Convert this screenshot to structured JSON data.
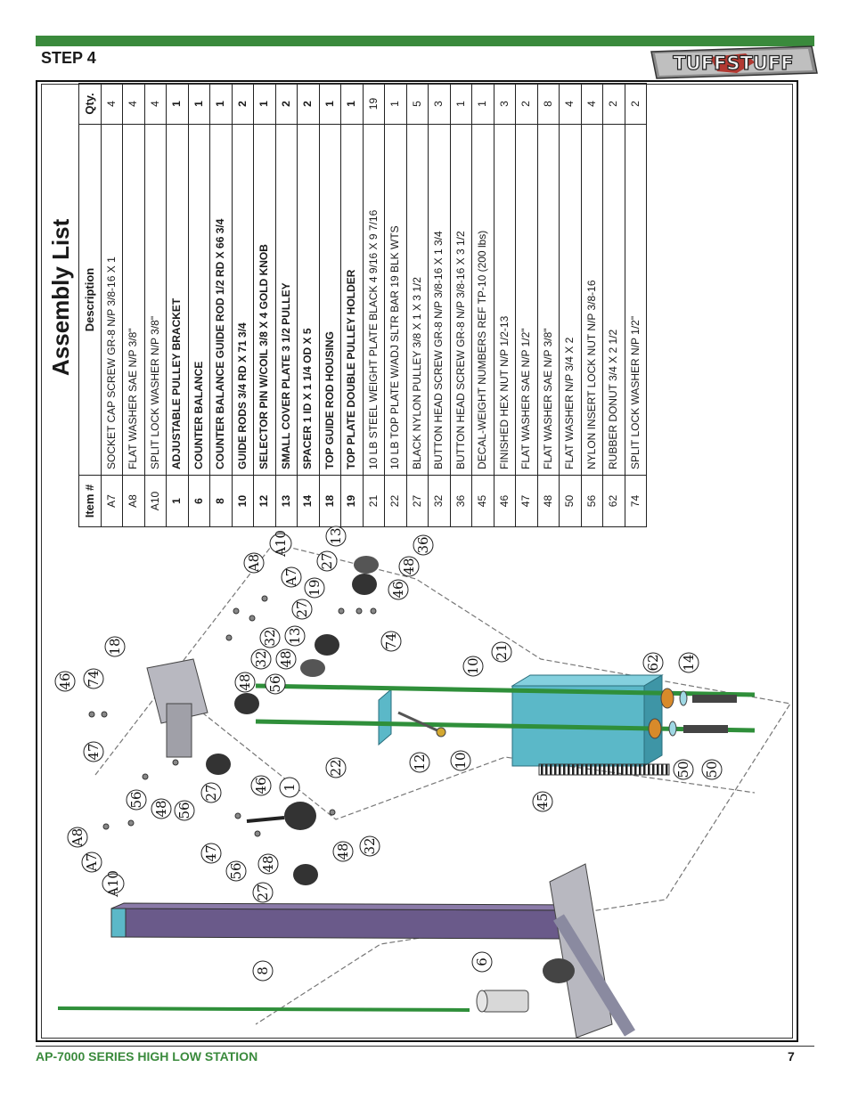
{
  "header": {
    "step": "STEP 4",
    "logo_text": "TUFFSTUFF"
  },
  "assembly": {
    "title": "Assembly List",
    "columns": [
      "Item #",
      "Description",
      "Qty."
    ],
    "rows": [
      {
        "item": "A7",
        "desc": "SOCKET CAP SCREW GR-8 N/P 3/8-16 X 1",
        "qty": "4",
        "bold": false
      },
      {
        "item": "A8",
        "desc": "FLAT WASHER SAE N/P 3/8\"",
        "qty": "4",
        "bold": false
      },
      {
        "item": "A10",
        "desc": "SPLIT LOCK WASHER N/P 3/8\"",
        "qty": "4",
        "bold": false
      },
      {
        "item": "1",
        "desc": "ADJUSTABLE PULLEY BRACKET",
        "qty": "1",
        "bold": true
      },
      {
        "item": "6",
        "desc": "COUNTER BALANCE",
        "qty": "1",
        "bold": true
      },
      {
        "item": "8",
        "desc": "COUNTER BALANCE GUIDE ROD 1/2 RD X 66 3/4",
        "qty": "1",
        "bold": true
      },
      {
        "item": "10",
        "desc": "GUIDE RODS 3/4 RD X 71 3/4",
        "qty": "2",
        "bold": true
      },
      {
        "item": "12",
        "desc": "SELECTOR PIN W/COIL 3/8 X 4 GOLD KNOB",
        "qty": "1",
        "bold": true
      },
      {
        "item": "13",
        "desc": "SMALL COVER PLATE 3 1/2 PULLEY",
        "qty": "2",
        "bold": true
      },
      {
        "item": "14",
        "desc": "SPACER 1 ID X 1 1/4 OD X 5",
        "qty": "2",
        "bold": true
      },
      {
        "item": "18",
        "desc": "TOP GUIDE ROD HOUSING",
        "qty": "1",
        "bold": true
      },
      {
        "item": "19",
        "desc": "TOP PLATE DOUBLE PULLEY HOLDER",
        "qty": "1",
        "bold": true
      },
      {
        "item": "21",
        "desc": "10 LB STEEL WEIGHT PLATE BLACK 4 9/16 X 9 7/16",
        "qty": "19",
        "bold": false
      },
      {
        "item": "22",
        "desc": "10 LB TOP PLATE W/ADJ SLTR BAR 19 BLK WTS",
        "qty": "1",
        "bold": false
      },
      {
        "item": "27",
        "desc": "BLACK NYLON PULLEY 3/8 X 1 X 3 1/2",
        "qty": "5",
        "bold": false
      },
      {
        "item": "32",
        "desc": "BUTTON HEAD SCREW GR-8 N/P 3/8-16 X 1 3/4",
        "qty": "3",
        "bold": false
      },
      {
        "item": "36",
        "desc": "BUTTON HEAD SCREW GR-8 N/P 3/8-16 X 3 1/2",
        "qty": "1",
        "bold": false
      },
      {
        "item": "45",
        "desc": "DECAL-WEIGHT NUMBERS REF TP-10 (200 lbs)",
        "qty": "1",
        "bold": false
      },
      {
        "item": "46",
        "desc": "FINISHED HEX NUT N/P 1/2-13",
        "qty": "3",
        "bold": false
      },
      {
        "item": "47",
        "desc": "FLAT WASHER SAE N/P 1/2\"",
        "qty": "2",
        "bold": false
      },
      {
        "item": "48",
        "desc": "FLAT WASHER SAE N/P 3/8\"",
        "qty": "8",
        "bold": false
      },
      {
        "item": "50",
        "desc": "FLAT WASHER N/P 3/4 X 2",
        "qty": "4",
        "bold": false
      },
      {
        "item": "56",
        "desc": "NYLON INSERT LOCK NUT N/P 3/8-16",
        "qty": "4",
        "bold": false
      },
      {
        "item": "62",
        "desc": "RUBBER DONUT 3/4 X 2 1/2",
        "qty": "2",
        "bold": false
      },
      {
        "item": "74",
        "desc": "SPLIT LOCK WASHER N/P 1/2\"",
        "qty": "2",
        "bold": false
      }
    ]
  },
  "diagram": {
    "callouts": [
      {
        "label": "46"
      },
      {
        "label": "74"
      },
      {
        "label": "18"
      },
      {
        "label": "A8"
      },
      {
        "label": "A10"
      },
      {
        "label": "A7"
      },
      {
        "label": "13"
      },
      {
        "label": "36"
      },
      {
        "label": "27"
      },
      {
        "label": "48"
      },
      {
        "label": "19"
      },
      {
        "label": "46"
      },
      {
        "label": "27"
      },
      {
        "label": "13"
      },
      {
        "label": "32"
      },
      {
        "label": "32"
      },
      {
        "label": "48"
      },
      {
        "label": "56"
      },
      {
        "label": "48"
      },
      {
        "label": "74"
      },
      {
        "label": "10"
      },
      {
        "label": "21"
      },
      {
        "label": "62"
      },
      {
        "label": "14"
      },
      {
        "label": "47"
      },
      {
        "label": "56"
      },
      {
        "label": "48"
      },
      {
        "label": "56"
      },
      {
        "label": "27"
      },
      {
        "label": "46"
      },
      {
        "label": "1"
      },
      {
        "label": "22"
      },
      {
        "label": "12"
      },
      {
        "label": "10"
      },
      {
        "label": "50"
      },
      {
        "label": "50"
      },
      {
        "label": "45"
      },
      {
        "label": "A8"
      },
      {
        "label": "A7"
      },
      {
        "label": "A10"
      },
      {
        "label": "47"
      },
      {
        "label": "56"
      },
      {
        "label": "48"
      },
      {
        "label": "48"
      },
      {
        "label": "32"
      },
      {
        "label": "27"
      },
      {
        "label": "8"
      },
      {
        "label": "6"
      }
    ]
  },
  "footer": {
    "title": "AP-7000 SERIES HIGH LOW STATION",
    "page": "7"
  },
  "colors": {
    "brand_green": "#3a8a3c",
    "weight_stack": "#5bb8c8",
    "frame_purple": "#6a5a8a",
    "rod_green": "#2f8f3a",
    "spacer_orange": "#d88a2a"
  }
}
